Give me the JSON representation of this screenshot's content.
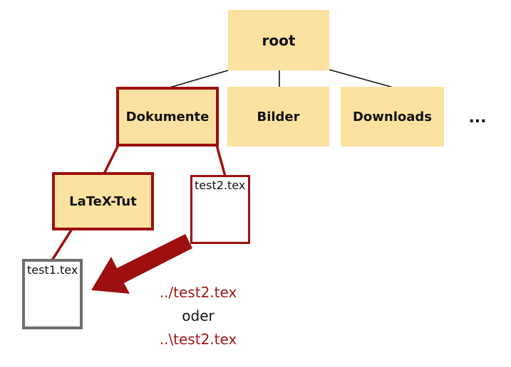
{
  "nodes": {
    "root": {
      "label": "root"
    },
    "dokumente": {
      "label": "Dokumente"
    },
    "bilder": {
      "label": "Bilder"
    },
    "downloads": {
      "label": "Downloads"
    },
    "more": {
      "label": "..."
    },
    "latex_tut": {
      "label": "LaTeX-Tut"
    },
    "test2": {
      "label": "test2.tex"
    },
    "test1": {
      "label": "test1.tex"
    }
  },
  "annotation": {
    "relative_path_unix": "../test2.tex",
    "conjunction": "oder",
    "relative_path_windows": "..\\test2.tex"
  },
  "colors": {
    "folder_fill": "#fce2a0",
    "highlight_red": "#9e0f0f",
    "file_border_gray": "#6f6f6f",
    "edge_black": "#111111",
    "annotation_red": "#a11818"
  }
}
